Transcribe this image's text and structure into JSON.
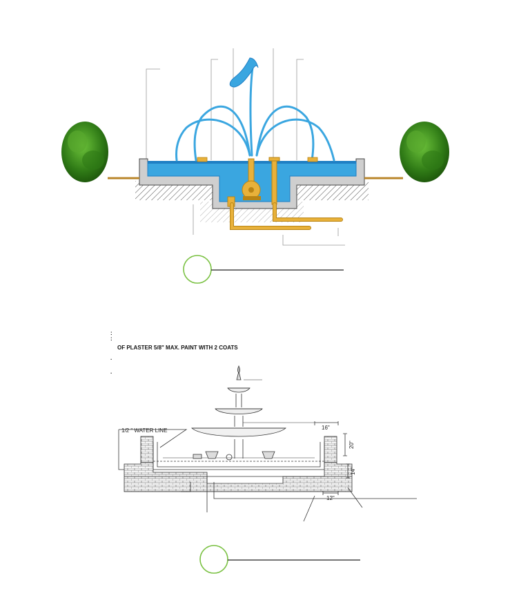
{
  "notes": {
    "bullet_1": ":",
    "bullet_2": ":",
    "plaster_note": "OF PLASTER 5/8\" MAX. PAINT WITH 2 COATS",
    "bullet_3": "·",
    "bullet_4": "·"
  },
  "labels": {
    "water_line": "1/2 \" WATER LINE",
    "dim_16": "16\"",
    "dim_20": "20\"",
    "dim_14": "14\"",
    "dim_12": "12\""
  },
  "colors": {
    "water": "#3aa6e0",
    "water_dark": "#1f7fc4",
    "pipe": "#e8b13a",
    "pipe_dark": "#b98414",
    "concrete": "#d8d8d8",
    "tree": "#3c8a1f",
    "marker_circle": "#7ac142"
  }
}
